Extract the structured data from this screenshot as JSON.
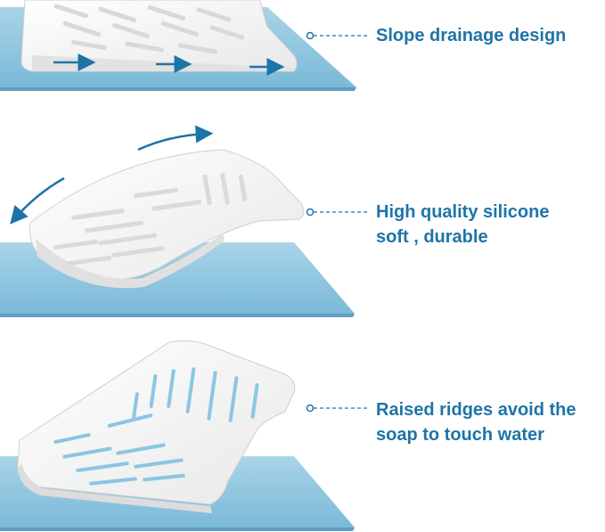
{
  "features": [
    {
      "lines": [
        "Slope drainage design"
      ]
    },
    {
      "lines": [
        "High quality silicone",
        "soft ,  durable"
      ]
    },
    {
      "lines": [
        "Raised ridges avoid the",
        "soap to touch water"
      ]
    }
  ],
  "colors": {
    "mat": "#8cc4dc",
    "mat_dark": "#6aaed0",
    "accent": "#1e74a8",
    "tray": "#f7f7f7",
    "tray_shadow": "#d6d6d6",
    "ridge_highlight": "#7cc0e2"
  },
  "icons": {
    "arrow": "arrow-icon",
    "callout": "callout-dot-icon"
  }
}
